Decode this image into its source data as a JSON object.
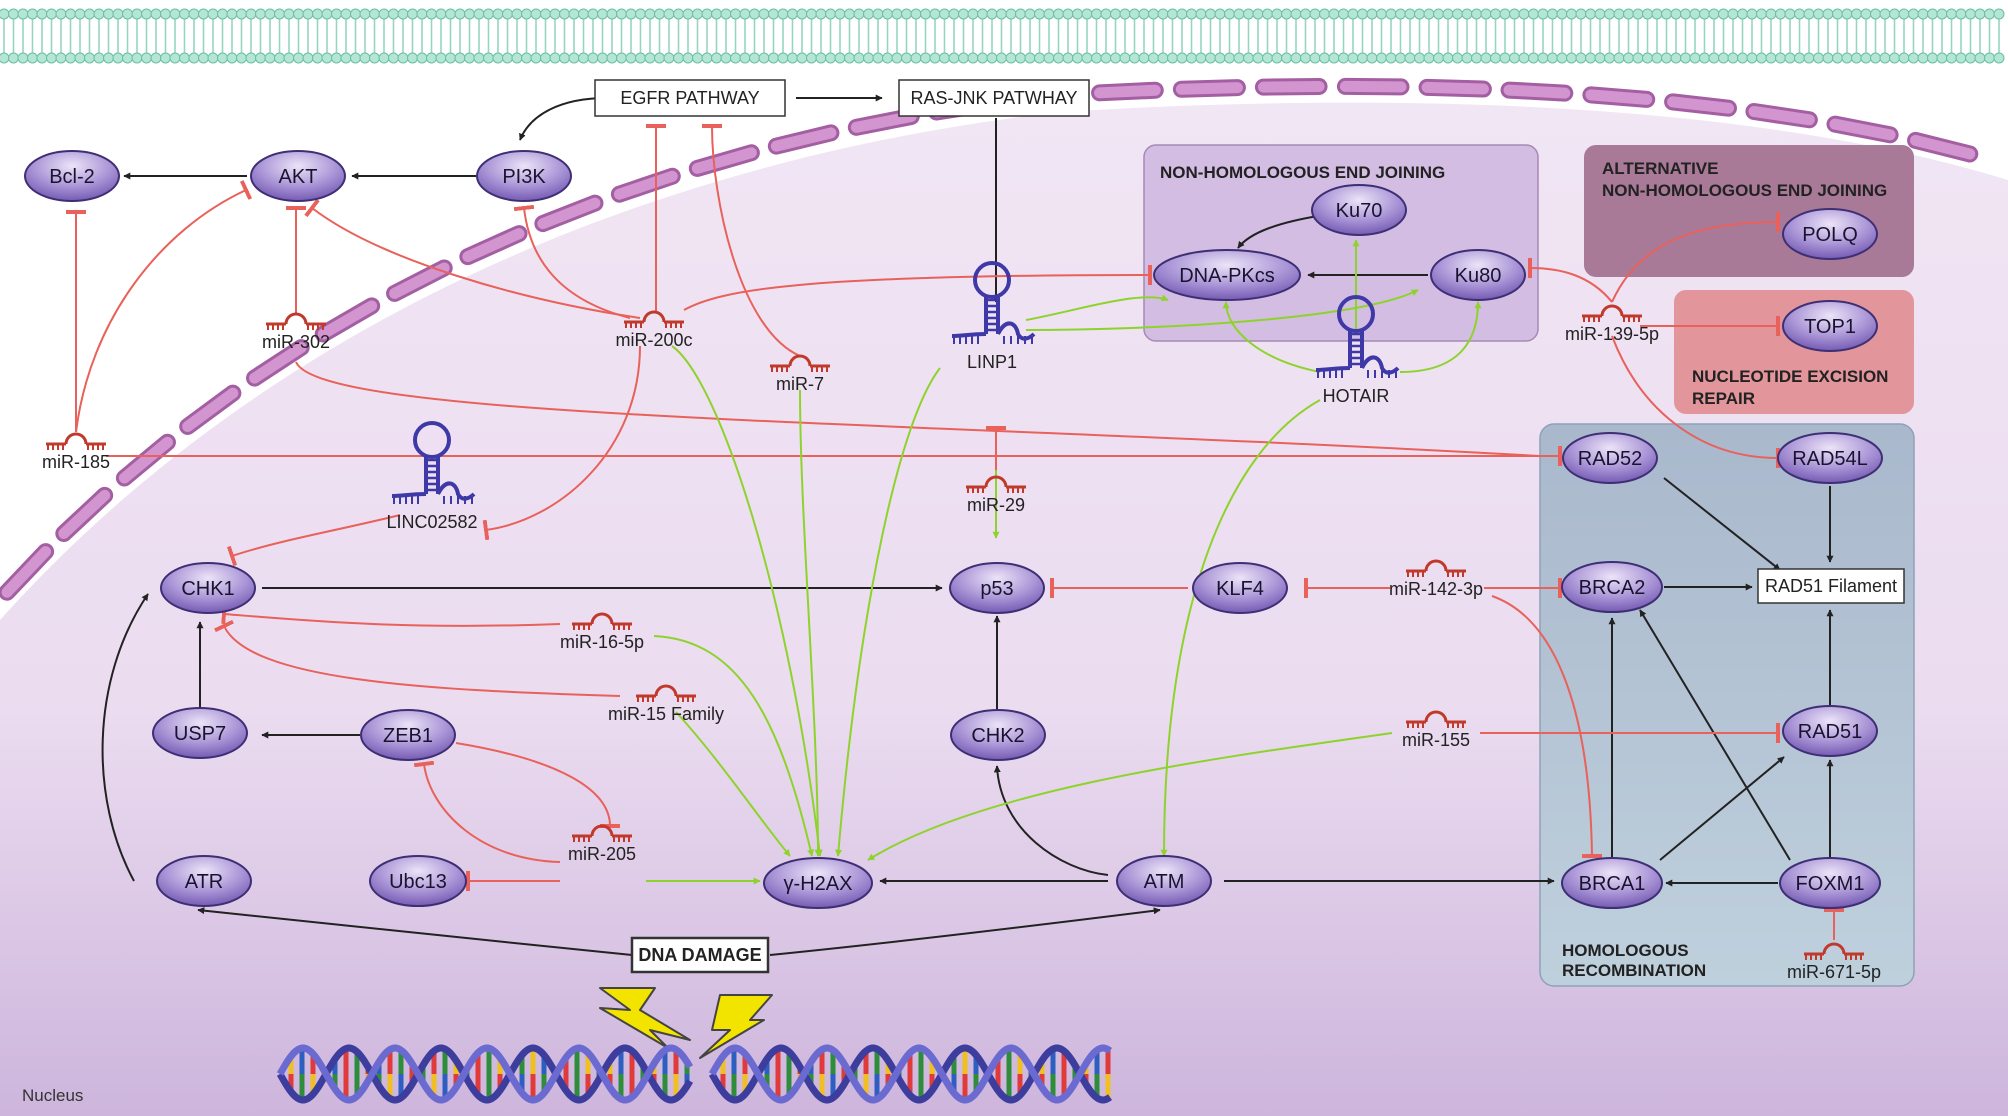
{
  "colors": {
    "protein_fill_light": "#d9ccef",
    "protein_fill_dark": "#7d61b8",
    "protein_stroke": "#3e2f75",
    "activation": "#222222",
    "inhibition": "#e8615a",
    "lncrna_link": "#8ed32c",
    "lncrna_glyph": "#3f39a8",
    "nhej_box": "#d4bde2",
    "alt_nhej_box": "#a97a98",
    "ner_box": "#e2969b",
    "hr_box": "#b3c1d3",
    "nucleus": "#ecdff1",
    "envelope": "#c784c2",
    "membrane": "#91d2b8"
  },
  "proteins": [
    {
      "id": "bcl2",
      "label": "Bcl-2"
    },
    {
      "id": "akt",
      "label": "AKT"
    },
    {
      "id": "pi3k",
      "label": "PI3K"
    },
    {
      "id": "chk1",
      "label": "CHK1"
    },
    {
      "id": "usp7",
      "label": "USP7"
    },
    {
      "id": "zeb1",
      "label": "ZEB1"
    },
    {
      "id": "atr",
      "label": "ATR"
    },
    {
      "id": "ubc13",
      "label": "Ubc13"
    },
    {
      "id": "h2ax",
      "label": "γ-H2AX"
    },
    {
      "id": "p53",
      "label": "p53"
    },
    {
      "id": "chk2",
      "label": "CHK2"
    },
    {
      "id": "klf4",
      "label": "KLF4"
    },
    {
      "id": "atm",
      "label": "ATM"
    },
    {
      "id": "ku70",
      "label": "Ku70"
    },
    {
      "id": "dnapkcs",
      "label": "DNA-PKcs"
    },
    {
      "id": "ku80",
      "label": "Ku80"
    },
    {
      "id": "polq",
      "label": "POLQ"
    },
    {
      "id": "top1",
      "label": "TOP1"
    },
    {
      "id": "rad52",
      "label": "RAD52"
    },
    {
      "id": "rad54l",
      "label": "RAD54L"
    },
    {
      "id": "brca2",
      "label": "BRCA2"
    },
    {
      "id": "rad51",
      "label": "RAD51"
    },
    {
      "id": "brca1",
      "label": "BRCA1"
    },
    {
      "id": "foxm1",
      "label": "FOXM1"
    }
  ],
  "mirnas": [
    {
      "id": "mir302",
      "label": "miR-302"
    },
    {
      "id": "mir200c",
      "label": "miR-200c"
    },
    {
      "id": "mir7",
      "label": "miR-7"
    },
    {
      "id": "mir185",
      "label": "miR-185"
    },
    {
      "id": "mir29",
      "label": "miR-29"
    },
    {
      "id": "mir1395p",
      "label": "miR-139-5p"
    },
    {
      "id": "mir165p",
      "label": "miR-16-5p"
    },
    {
      "id": "mir15",
      "label": "miR-15 Family"
    },
    {
      "id": "mir1423p",
      "label": "miR-142-3p"
    },
    {
      "id": "mir155",
      "label": "miR-155"
    },
    {
      "id": "mir205",
      "label": "miR-205"
    },
    {
      "id": "mir6715p",
      "label": "miR-671-5p"
    }
  ],
  "lncrnas": [
    {
      "id": "linp1",
      "label": "LINP1"
    },
    {
      "id": "hotair",
      "label": "HOTAIR"
    },
    {
      "id": "linc02582",
      "label": "LINC02582"
    }
  ],
  "boxes": {
    "egfr": "EGFR PATHWAY",
    "rasjnk": "RAS-JNK PATWHAY",
    "rad51_filament": "RAD51 Filament",
    "dna_damage": "DNA DAMAGE"
  },
  "regions": {
    "nhej": "NON-HOMOLOGOUS END JOINING",
    "alt_nhej_line1": "ALTERNATIVE",
    "alt_nhej_line2": "NON-HOMOLOGOUS END JOINING",
    "ner_line1": "NUCLEOTIDE EXCISION",
    "ner_line2": "REPAIR",
    "hr_line1": "HOMOLOGOUS",
    "hr_line2": "RECOMBINATION",
    "nucleus": "Nucleus"
  },
  "edges": [
    {
      "from": "EGFR PATHWAY",
      "to": "PI3K",
      "type": "activation"
    },
    {
      "from": "EGFR PATHWAY",
      "to": "RAS-JNK PATWHAY",
      "type": "activation"
    },
    {
      "from": "PI3K",
      "to": "AKT",
      "type": "activation"
    },
    {
      "from": "AKT",
      "to": "Bcl-2",
      "type": "activation"
    },
    {
      "from": "RAS-JNK PATWHAY",
      "to": "LINP1",
      "type": "activation"
    },
    {
      "from": "Ku70",
      "to": "DNA-PKcs",
      "type": "activation"
    },
    {
      "from": "Ku80",
      "to": "DNA-PKcs",
      "type": "activation"
    },
    {
      "from": "CHK1",
      "to": "p53",
      "type": "activation"
    },
    {
      "from": "USP7",
      "to": "CHK1",
      "type": "activation"
    },
    {
      "from": "ZEB1",
      "to": "USP7",
      "type": "activation"
    },
    {
      "from": "ATR",
      "to": "CHK1",
      "type": "activation"
    },
    {
      "from": "CHK2",
      "to": "p53",
      "type": "activation"
    },
    {
      "from": "ATM",
      "to": "CHK2",
      "type": "activation"
    },
    {
      "from": "ATM",
      "to": "γ-H2AX",
      "type": "activation"
    },
    {
      "from": "ATM",
      "to": "BRCA1",
      "type": "activation"
    },
    {
      "from": "DNA DAMAGE",
      "to": "ATR",
      "type": "activation"
    },
    {
      "from": "DNA DAMAGE",
      "to": "ATM",
      "type": "activation"
    },
    {
      "from": "RAD52",
      "to": "RAD51 Filament",
      "type": "activation"
    },
    {
      "from": "RAD54L",
      "to": "RAD51 Filament",
      "type": "activation"
    },
    {
      "from": "BRCA2",
      "to": "RAD51 Filament",
      "type": "activation"
    },
    {
      "from": "RAD51",
      "to": "RAD51 Filament",
      "type": "activation"
    },
    {
      "from": "BRCA1",
      "to": "BRCA2",
      "type": "activation"
    },
    {
      "from": "BRCA1",
      "to": "RAD51",
      "type": "activation"
    },
    {
      "from": "FOXM1",
      "to": "BRCA1",
      "type": "activation"
    },
    {
      "from": "FOXM1",
      "to": "RAD51",
      "type": "activation"
    },
    {
      "from": "FOXM1",
      "to": "BRCA2",
      "type": "activation"
    },
    {
      "from": "miR-200c",
      "to": "EGFR PATHWAY",
      "type": "inhibition"
    },
    {
      "from": "miR-7",
      "to": "EGFR PATHWAY",
      "type": "inhibition"
    },
    {
      "from": "miR-200c",
      "to": "PI3K",
      "type": "inhibition"
    },
    {
      "from": "miR-200c",
      "to": "AKT",
      "type": "inhibition"
    },
    {
      "from": "miR-302",
      "to": "AKT",
      "type": "inhibition"
    },
    {
      "from": "miR-185",
      "to": "AKT",
      "type": "inhibition"
    },
    {
      "from": "miR-185",
      "to": "Bcl-2",
      "type": "inhibition"
    },
    {
      "from": "miR-200c",
      "to": "DNA-PKcs",
      "type": "inhibition"
    },
    {
      "from": "miR-200c",
      "to": "LINC02582",
      "type": "inhibition"
    },
    {
      "from": "LINC02582",
      "to": "CHK1",
      "type": "inhibition"
    },
    {
      "from": "miR-302",
      "to": "RAD52",
      "type": "inhibition"
    },
    {
      "from": "miR-185",
      "to": "RAD52",
      "type": "inhibition"
    },
    {
      "from": "miR-139-5p",
      "to": "Ku80",
      "type": "inhibition"
    },
    {
      "from": "miR-139-5p",
      "to": "POLQ",
      "type": "inhibition"
    },
    {
      "from": "miR-139-5p",
      "to": "TOP1",
      "type": "inhibition"
    },
    {
      "from": "miR-139-5p",
      "to": "RAD54L",
      "type": "inhibition"
    },
    {
      "from": "miR-29",
      "to": "LINP1",
      "type": "inhibition"
    },
    {
      "from": "KLF4",
      "to": "p53",
      "type": "inhibition"
    },
    {
      "from": "miR-142-3p",
      "to": "KLF4",
      "type": "inhibition"
    },
    {
      "from": "miR-142-3p",
      "to": "BRCA2",
      "type": "inhibition"
    },
    {
      "from": "miR-142-3p",
      "to": "BRCA1",
      "type": "inhibition"
    },
    {
      "from": "miR-16-5p",
      "to": "CHK1",
      "type": "inhibition"
    },
    {
      "from": "miR-15 Family",
      "to": "CHK1",
      "type": "inhibition"
    },
    {
      "from": "miR-155",
      "to": "RAD51",
      "type": "inhibition"
    },
    {
      "from": "miR-205",
      "to": "ZEB1",
      "type": "inhibition"
    },
    {
      "from": "ZEB1",
      "to": "miR-205",
      "type": "inhibition"
    },
    {
      "from": "miR-205",
      "to": "Ubc13",
      "type": "inhibition"
    },
    {
      "from": "miR-671-5p",
      "to": "FOXM1",
      "type": "inhibition"
    },
    {
      "from": "p53",
      "to": "miR-29",
      "type": "lncrna"
    },
    {
      "from": "LINP1",
      "to": "DNA-PKcs",
      "type": "lncrna"
    },
    {
      "from": "LINP1",
      "to": "Ku80",
      "type": "lncrna"
    },
    {
      "from": "LINP1",
      "to": "γ-H2AX",
      "type": "lncrna"
    },
    {
      "from": "HOTAIR",
      "to": "Ku70",
      "type": "lncrna"
    },
    {
      "from": "HOTAIR",
      "to": "DNA-PKcs",
      "type": "lncrna"
    },
    {
      "from": "HOTAIR",
      "to": "Ku80",
      "type": "lncrna"
    },
    {
      "from": "HOTAIR",
      "to": "ATM",
      "type": "lncrna"
    },
    {
      "from": "miR-200c",
      "to": "γ-H2AX",
      "type": "lncrna"
    },
    {
      "from": "miR-7",
      "to": "γ-H2AX",
      "type": "lncrna"
    },
    {
      "from": "miR-16-5p",
      "to": "γ-H2AX",
      "type": "lncrna"
    },
    {
      "from": "miR-15 Family",
      "to": "γ-H2AX",
      "type": "lncrna"
    },
    {
      "from": "miR-205",
      "to": "γ-H2AX",
      "type": "lncrna"
    },
    {
      "from": "miR-155",
      "to": "γ-H2AX",
      "type": "lncrna"
    }
  ]
}
